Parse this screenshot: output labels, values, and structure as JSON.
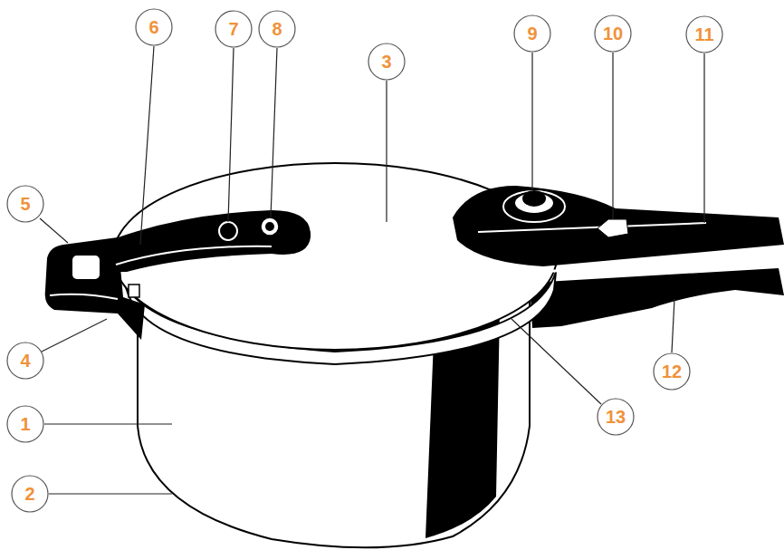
{
  "diagram": {
    "nodes": [
      {
        "text": [
          "6"
        ]
      },
      {
        "text": [
          "7"
        ]
      },
      {
        "text": [
          "8"
        ]
      },
      {
        "text": [
          "9"
        ]
      },
      {
        "text": [
          "10"
        ]
      },
      {
        "text": [
          "11"
        ]
      },
      {
        "text": [
          "3"
        ]
      },
      {
        "text": [
          "5"
        ]
      },
      {
        "text": [
          "4"
        ]
      },
      {
        "text": [
          "12"
        ]
      },
      {
        "text": [
          "13"
        ]
      },
      {
        "text": [
          "1"
        ]
      },
      {
        "text": [
          "2"
        ]
      }
    ]
  }
}
